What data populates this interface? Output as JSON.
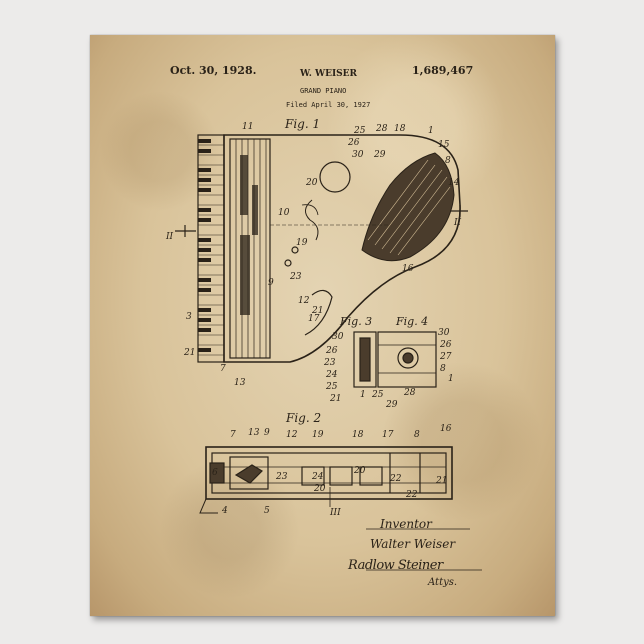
{
  "header": {
    "date": "Oct. 30, 1928.",
    "inventor_name": "W. WEISER",
    "patent_number": "1,689,467",
    "title": "GRAND PIANO",
    "filed": "Filed April 30, 1927"
  },
  "figures": {
    "fig1": "Fig. 1",
    "fig2": "Fig. 2",
    "fig3": "Fig. 3",
    "fig4": "Fig. 4"
  },
  "signature": {
    "label": "Inventor",
    "inventor": "Walter Weiser",
    "attorneys_sig": "Radlow Steiner",
    "attys": "Attys."
  },
  "colors": {
    "paper": "#dcc69d",
    "ink": "#2a2218",
    "background": "#ecebea"
  }
}
